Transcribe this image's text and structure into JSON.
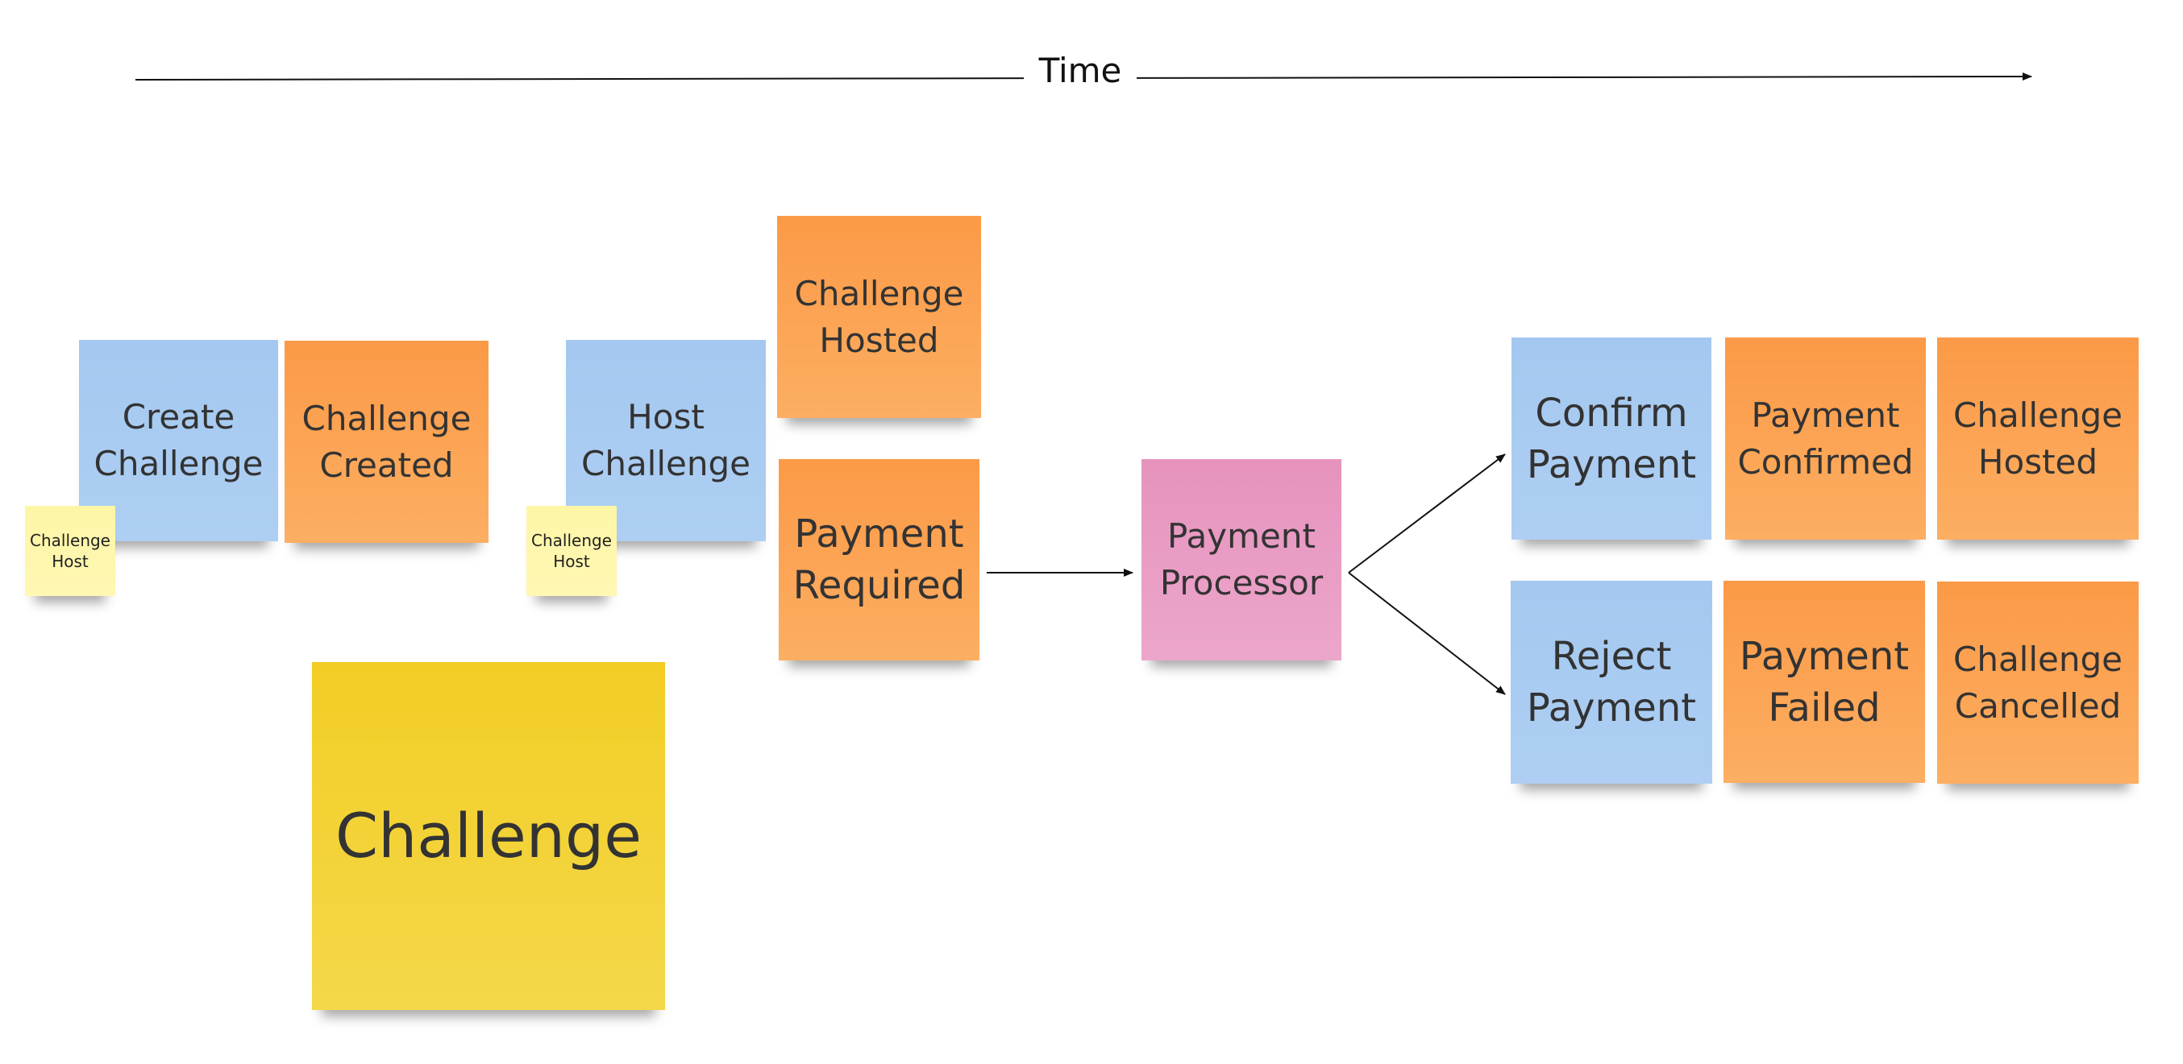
{
  "timeline": {
    "label": "Time"
  },
  "notes": {
    "create_challenge": "Create\nChallenge",
    "challenge_created": "Challenge\nCreated",
    "challenge_host_1": "Challenge\nHost",
    "host_challenge": "Host\nChallenge",
    "challenge_host_2": "Challenge\nHost",
    "challenge_hosted_top": "Challenge\nHosted",
    "payment_required": "Payment\nRequired",
    "payment_processor": "Payment\nProcessor",
    "confirm_payment": "Confirm\nPayment",
    "payment_confirmed": "Payment\nConfirmed",
    "challenge_hosted_right": "Challenge\nHosted",
    "reject_payment": "Reject\nPayment",
    "payment_failed": "Payment\nFailed",
    "challenge_cancelled": "Challenge\nCancelled",
    "aggregate": "Challenge"
  },
  "colors": {
    "command": "#a4c8f0",
    "event": "#fb9a47",
    "policy": "#e693bd",
    "actor": "#fdf6a6",
    "aggregate": "#f2cd24"
  }
}
